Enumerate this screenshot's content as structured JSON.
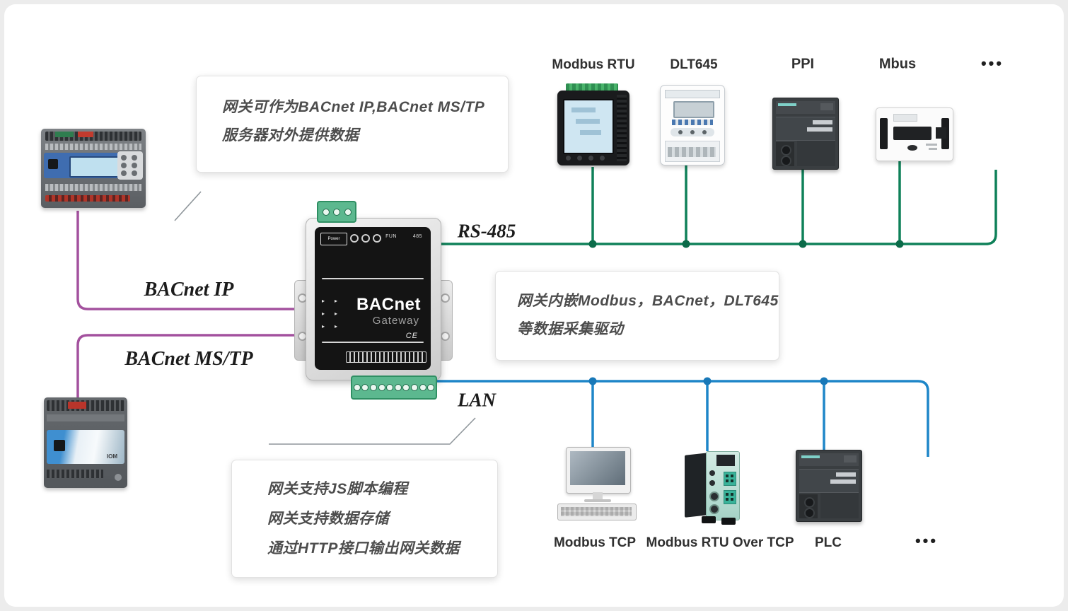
{
  "colors": {
    "rs485_green": "#0F8159",
    "lan_blue": "#1E86C8",
    "bacnet_purple": "#A3519E",
    "leader_gray": "#8F969B",
    "dot_green": "#0B6B49",
    "dot_blue": "#1878B8"
  },
  "callouts": {
    "top": {
      "line1": "网关可作为BACnet IP,BACnet MS/TP",
      "line2": "服务器对外提供数据"
    },
    "middle": {
      "line1": "网关内嵌Modbus，BACnet，DLT645",
      "line2": "等数据采集驱动"
    },
    "bottom": {
      "line1": "网关支持JS脚本编程",
      "line2": "网关支持数据存储",
      "line3": "通过HTTP接口输出网关数据"
    }
  },
  "bus_labels": {
    "rs485": "RS-485",
    "lan": "LAN",
    "bacnet_ip": "BACnet IP",
    "bacnet_mstp": "BACnet MS/TP"
  },
  "gateway": {
    "brand": "BACnet",
    "model": "Gateway",
    "ce": "CE",
    "power_label": "Power",
    "fun_label": "FUN",
    "port_label": "485"
  },
  "top_devices": [
    {
      "label": "Modbus RTU"
    },
    {
      "label": "DLT645"
    },
    {
      "label": "PPI"
    },
    {
      "label": "Mbus"
    },
    {
      "label": "•••"
    }
  ],
  "bottom_devices": [
    {
      "label": "Modbus TCP"
    },
    {
      "label": "Modbus RTU Over TCP"
    },
    {
      "label": "PLC"
    },
    {
      "label": "•••"
    }
  ],
  "left_devices": {
    "iom_label": "IOM"
  }
}
